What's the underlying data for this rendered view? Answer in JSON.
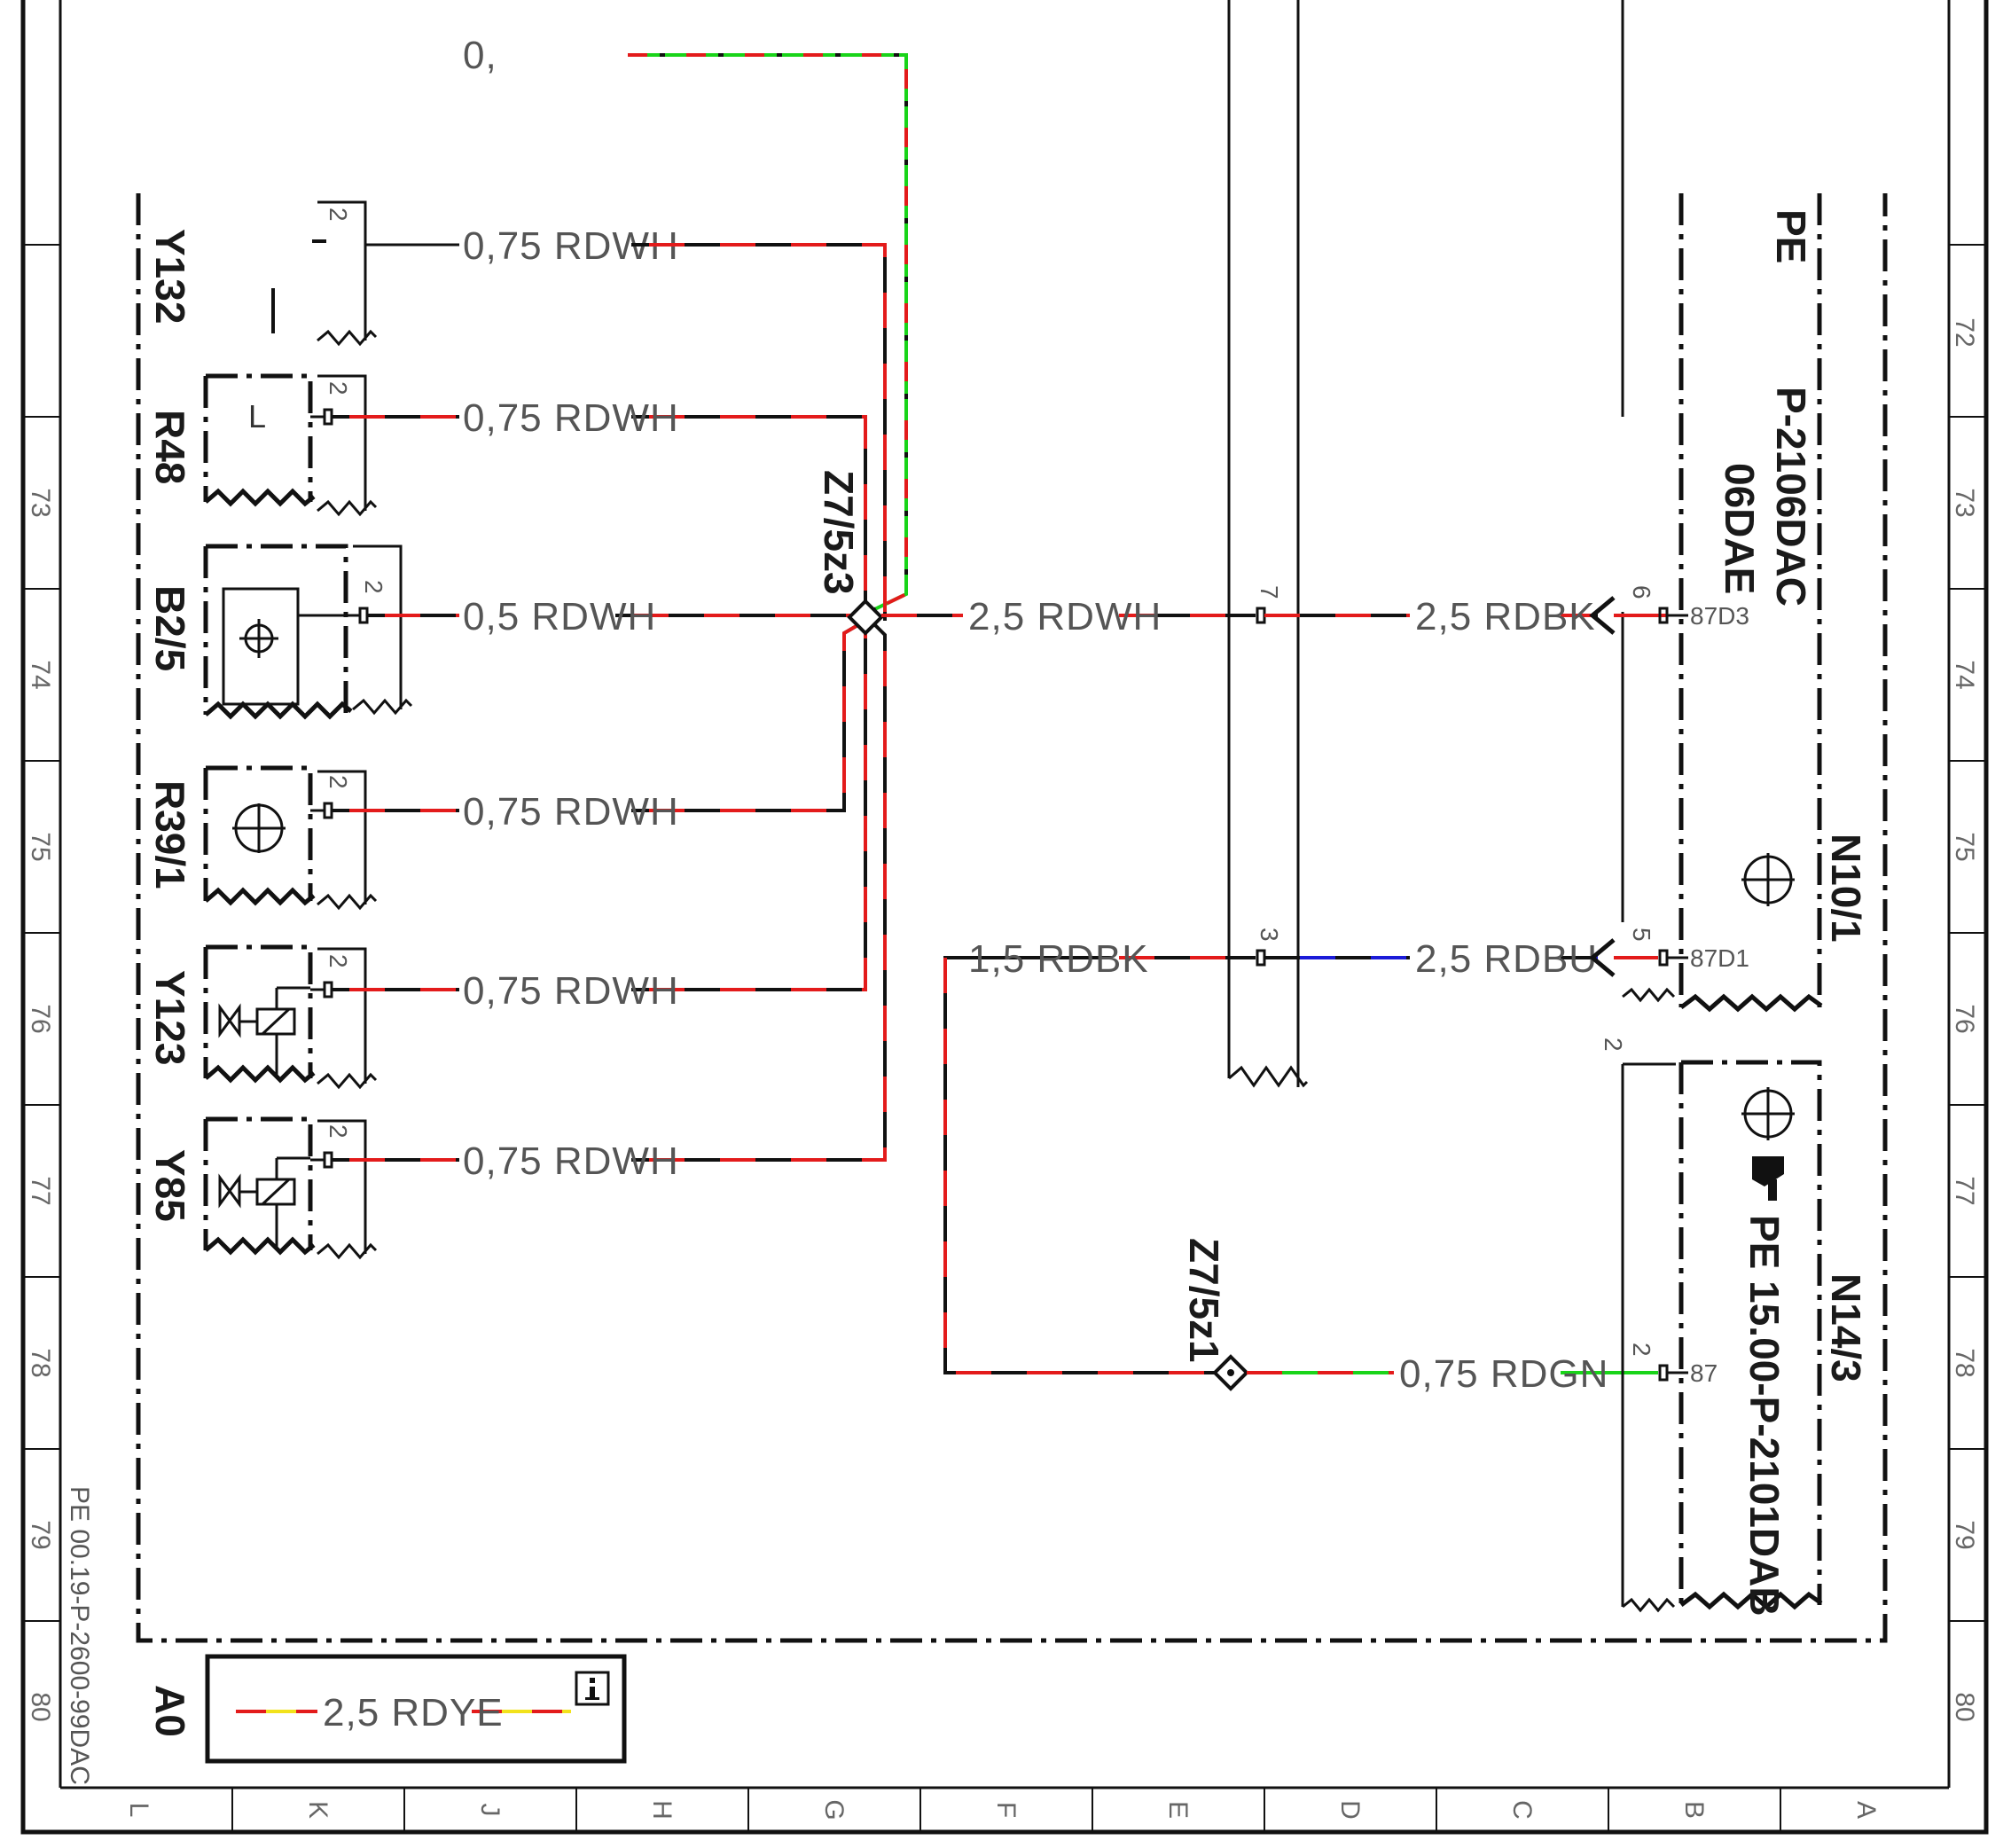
{
  "colors": {
    "red": "#e31b1b",
    "green": "#19d419",
    "blue": "#1b1bd8",
    "yellow": "#f2e21b",
    "black": "#111111",
    "gray_text": "#555555"
  },
  "frame": {
    "rows": [
      "72",
      "73",
      "74",
      "75",
      "76",
      "77",
      "78",
      "79",
      "80"
    ],
    "cols": [
      "L",
      "K",
      "J",
      "H",
      "G",
      "F",
      "E",
      "D",
      "C",
      "B",
      "A"
    ]
  },
  "components": {
    "y132": "Y132",
    "r48": "R48",
    "b2_5": "B2/5",
    "r39_1": "R39/1",
    "y123": "Y123",
    "y85": "Y85",
    "n10_1": "N10/1",
    "n14_3": "N14/3",
    "a0": "A0",
    "r48_symbol": "L"
  },
  "splices": {
    "z7_5z3": "Z7/5z3",
    "z7_5z1": "Z7/5z1"
  },
  "wires": {
    "top": "0,",
    "y132": "0,75 RDWH",
    "r48": "0,75 RDWH",
    "b2_5": "0,5 RDWH",
    "r39_1": "0,75 RDWH",
    "y123": "0,75 RDWH",
    "y85": "0,75 RDWH",
    "main": "2,5 RDWH",
    "to_87d3": "2,5 RDBK",
    "branch": "1,5 RDBK",
    "to_87d1": "2,5 RDBU",
    "to_87": "0,75 RDGN",
    "legend": "2,5 RDYE"
  },
  "pins": {
    "y132": "2",
    "r48": "2",
    "b2_5": "2",
    "r39_1": "2",
    "y123": "2",
    "y85": "2",
    "conn_7": "7",
    "conn_3": "3",
    "n10_6": "6",
    "n10_5": "5",
    "n14_2": "2",
    "n14_top": "2",
    "n10_87d3": "87D3",
    "n10_87d1": "87D1",
    "n14_87": "87"
  },
  "references": {
    "n10_pe": "PE",
    "n10_doc": "P-2106DAC",
    "n10_doc2": "06DAE",
    "n14_ref": "PE 15.00-P-2101DAB",
    "sheet_ref": "PE 00.19-P-2600-99DAC"
  }
}
